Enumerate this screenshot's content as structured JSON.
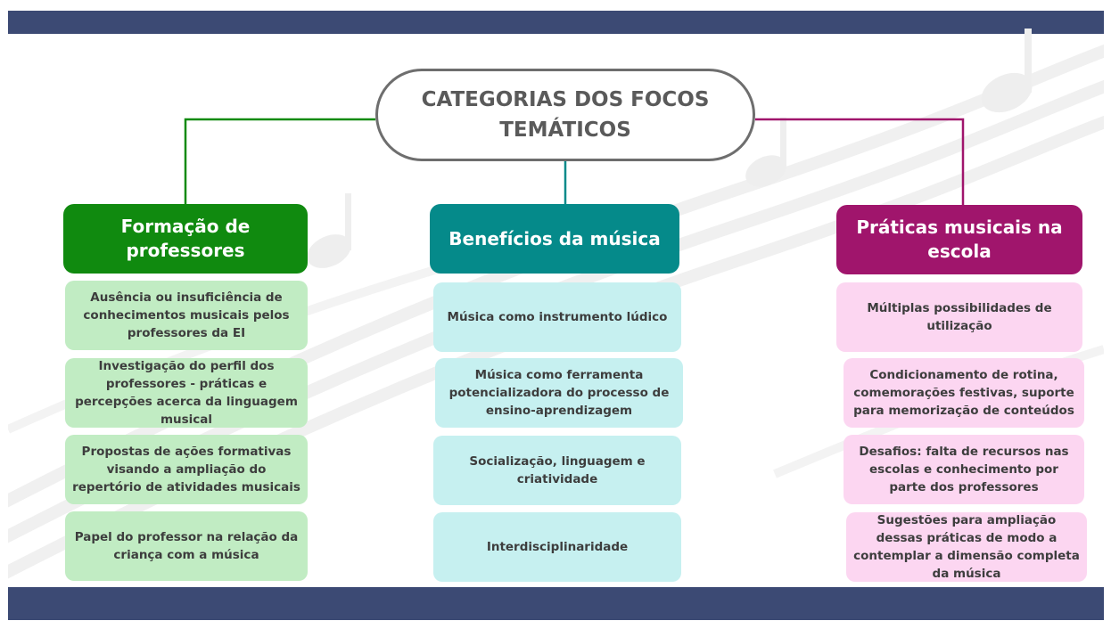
{
  "title": "CATEGORIAS DOS FOCOS TEMÁTICOS",
  "colors": {
    "bar": "#3c4a74",
    "green": "#108a0f",
    "teal": "#058a8a",
    "magenta": "#a0156c",
    "green_light": "#c1ecc3",
    "teal_light": "#c6f0f0",
    "pink_light": "#fcd6f1"
  },
  "categories": [
    {
      "title": "Formação de professores",
      "items": [
        "Ausência ou insuficiência de conhecimentos musicais pelos professores da EI",
        "Investigação do perfil dos professores - práticas e percepções acerca da linguagem musical",
        "Propostas de ações formativas visando a ampliação do repertório de atividades musicais",
        "Papel do professor na relação da criança com a música"
      ]
    },
    {
      "title": "Benefícios da música",
      "items": [
        "Música como instrumento lúdico",
        "Música como ferramenta potencializadora do processo de ensino-aprendizagem",
        "Socialização, linguagem e criatividade",
        "Interdisciplinaridade"
      ]
    },
    {
      "title": "Práticas musicais na escola",
      "items": [
        "Múltiplas possibilidades de utilização",
        "Condicionamento de rotina, comemorações festivas, suporte para memorização de conteúdos",
        "Desafios: falta de recursos nas escolas e conhecimento por parte dos professores",
        "Sugestões para ampliação dessas práticas de modo a contemplar a dimensão completa da música"
      ]
    }
  ]
}
